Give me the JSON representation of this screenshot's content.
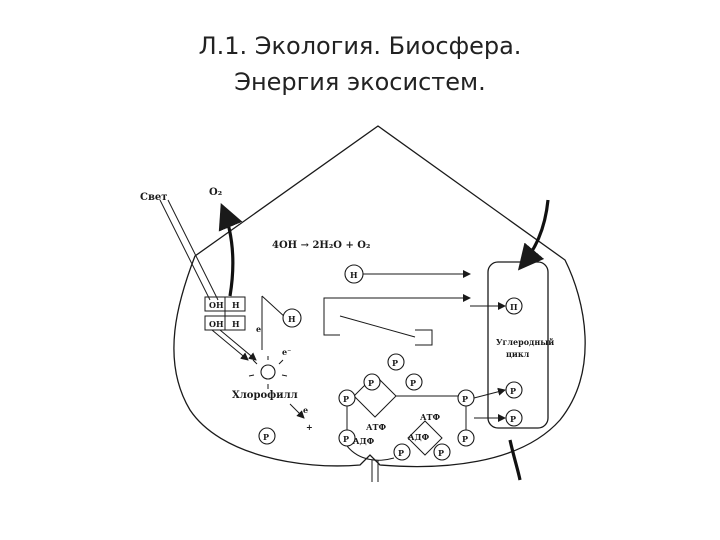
{
  "title": {
    "line1": "Л.1. Экология. Биосфера.",
    "line2": "Энергия экосистем."
  },
  "labels": {
    "light": "Свет",
    "o2": "O₂",
    "water_reaction": "4OH → 2H₂O + O₂",
    "oh": "OH",
    "h": "H",
    "p": "P",
    "pi": "П",
    "e": "e",
    "e_minus": "e⁻",
    "chlorophyll": "Хлорофилл",
    "carbon_cycle_1": "Углеродный",
    "carbon_cycle_2": "цикл",
    "atp": "АТФ",
    "adp": "АДФ",
    "plus": "+"
  }
}
